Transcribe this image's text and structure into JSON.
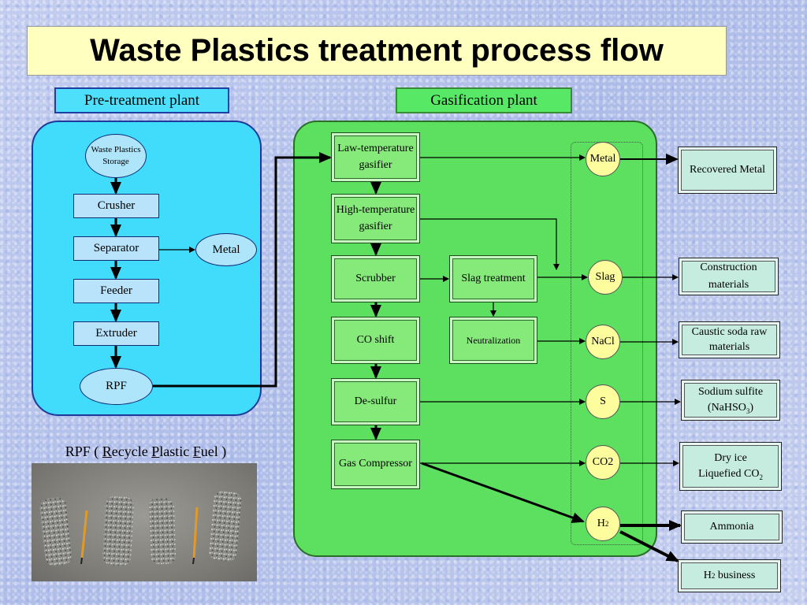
{
  "title": "Waste Plastics treatment process flow",
  "sections": {
    "pretreatment": "Pre-treatment plant",
    "gasification": "Gasification plant"
  },
  "pretreatment": {
    "storage": "Waste Plastics Storage",
    "crusher": "Crusher",
    "separator": "Separator",
    "metal": "Metal",
    "feeder": "Feeder",
    "extruder": "Extruder",
    "rpf": "RPF"
  },
  "gasification": {
    "low_temp_gasifier": "Law-temperature gasifier",
    "high_temp_gasifier": "High-temperature gasifier",
    "scrubber": "Scrubber",
    "slag_treatment": "Slag treatment",
    "co_shift": "CO shift",
    "neutralization": "Neutralization",
    "desulfur": "De-sulfur",
    "gas_compressor": "Gas Compressor"
  },
  "intermediates": {
    "metal": "Metal",
    "slag": "Slag",
    "nacl": "NaCl",
    "s": "S",
    "co2": "CO2",
    "h2": "H",
    "h2_sub": "2"
  },
  "outputs": {
    "recovered_metal": "Recovered Metal",
    "construction": "Construction materials",
    "caustic": "Caustic soda raw materials",
    "sodium_sulfite": "Sodium sulfite",
    "sodium_sulfite_formula_pre": "(NaHSO",
    "sodium_sulfite_formula_sub": "3",
    "sodium_sulfite_formula_post": ")",
    "dry_ice": "Dry ice",
    "liquefied_co2_pre": "Liquefied CO",
    "liquefied_co2_sub": "2",
    "ammonia": "Ammonia",
    "h2_business_pre": "H",
    "h2_business_sub": "2",
    "h2_business_post": " business"
  },
  "rpf_caption": {
    "prefix": "RPF ( ",
    "r": "R",
    "ecycle": "ecycle ",
    "p": "P",
    "lastic": "lastic ",
    "f": "F",
    "uel": "uel )"
  },
  "colors": {
    "pretreatment_panel": "#41dcfb",
    "gasification_panel": "#5de060",
    "title_background": "#ffffc0"
  }
}
